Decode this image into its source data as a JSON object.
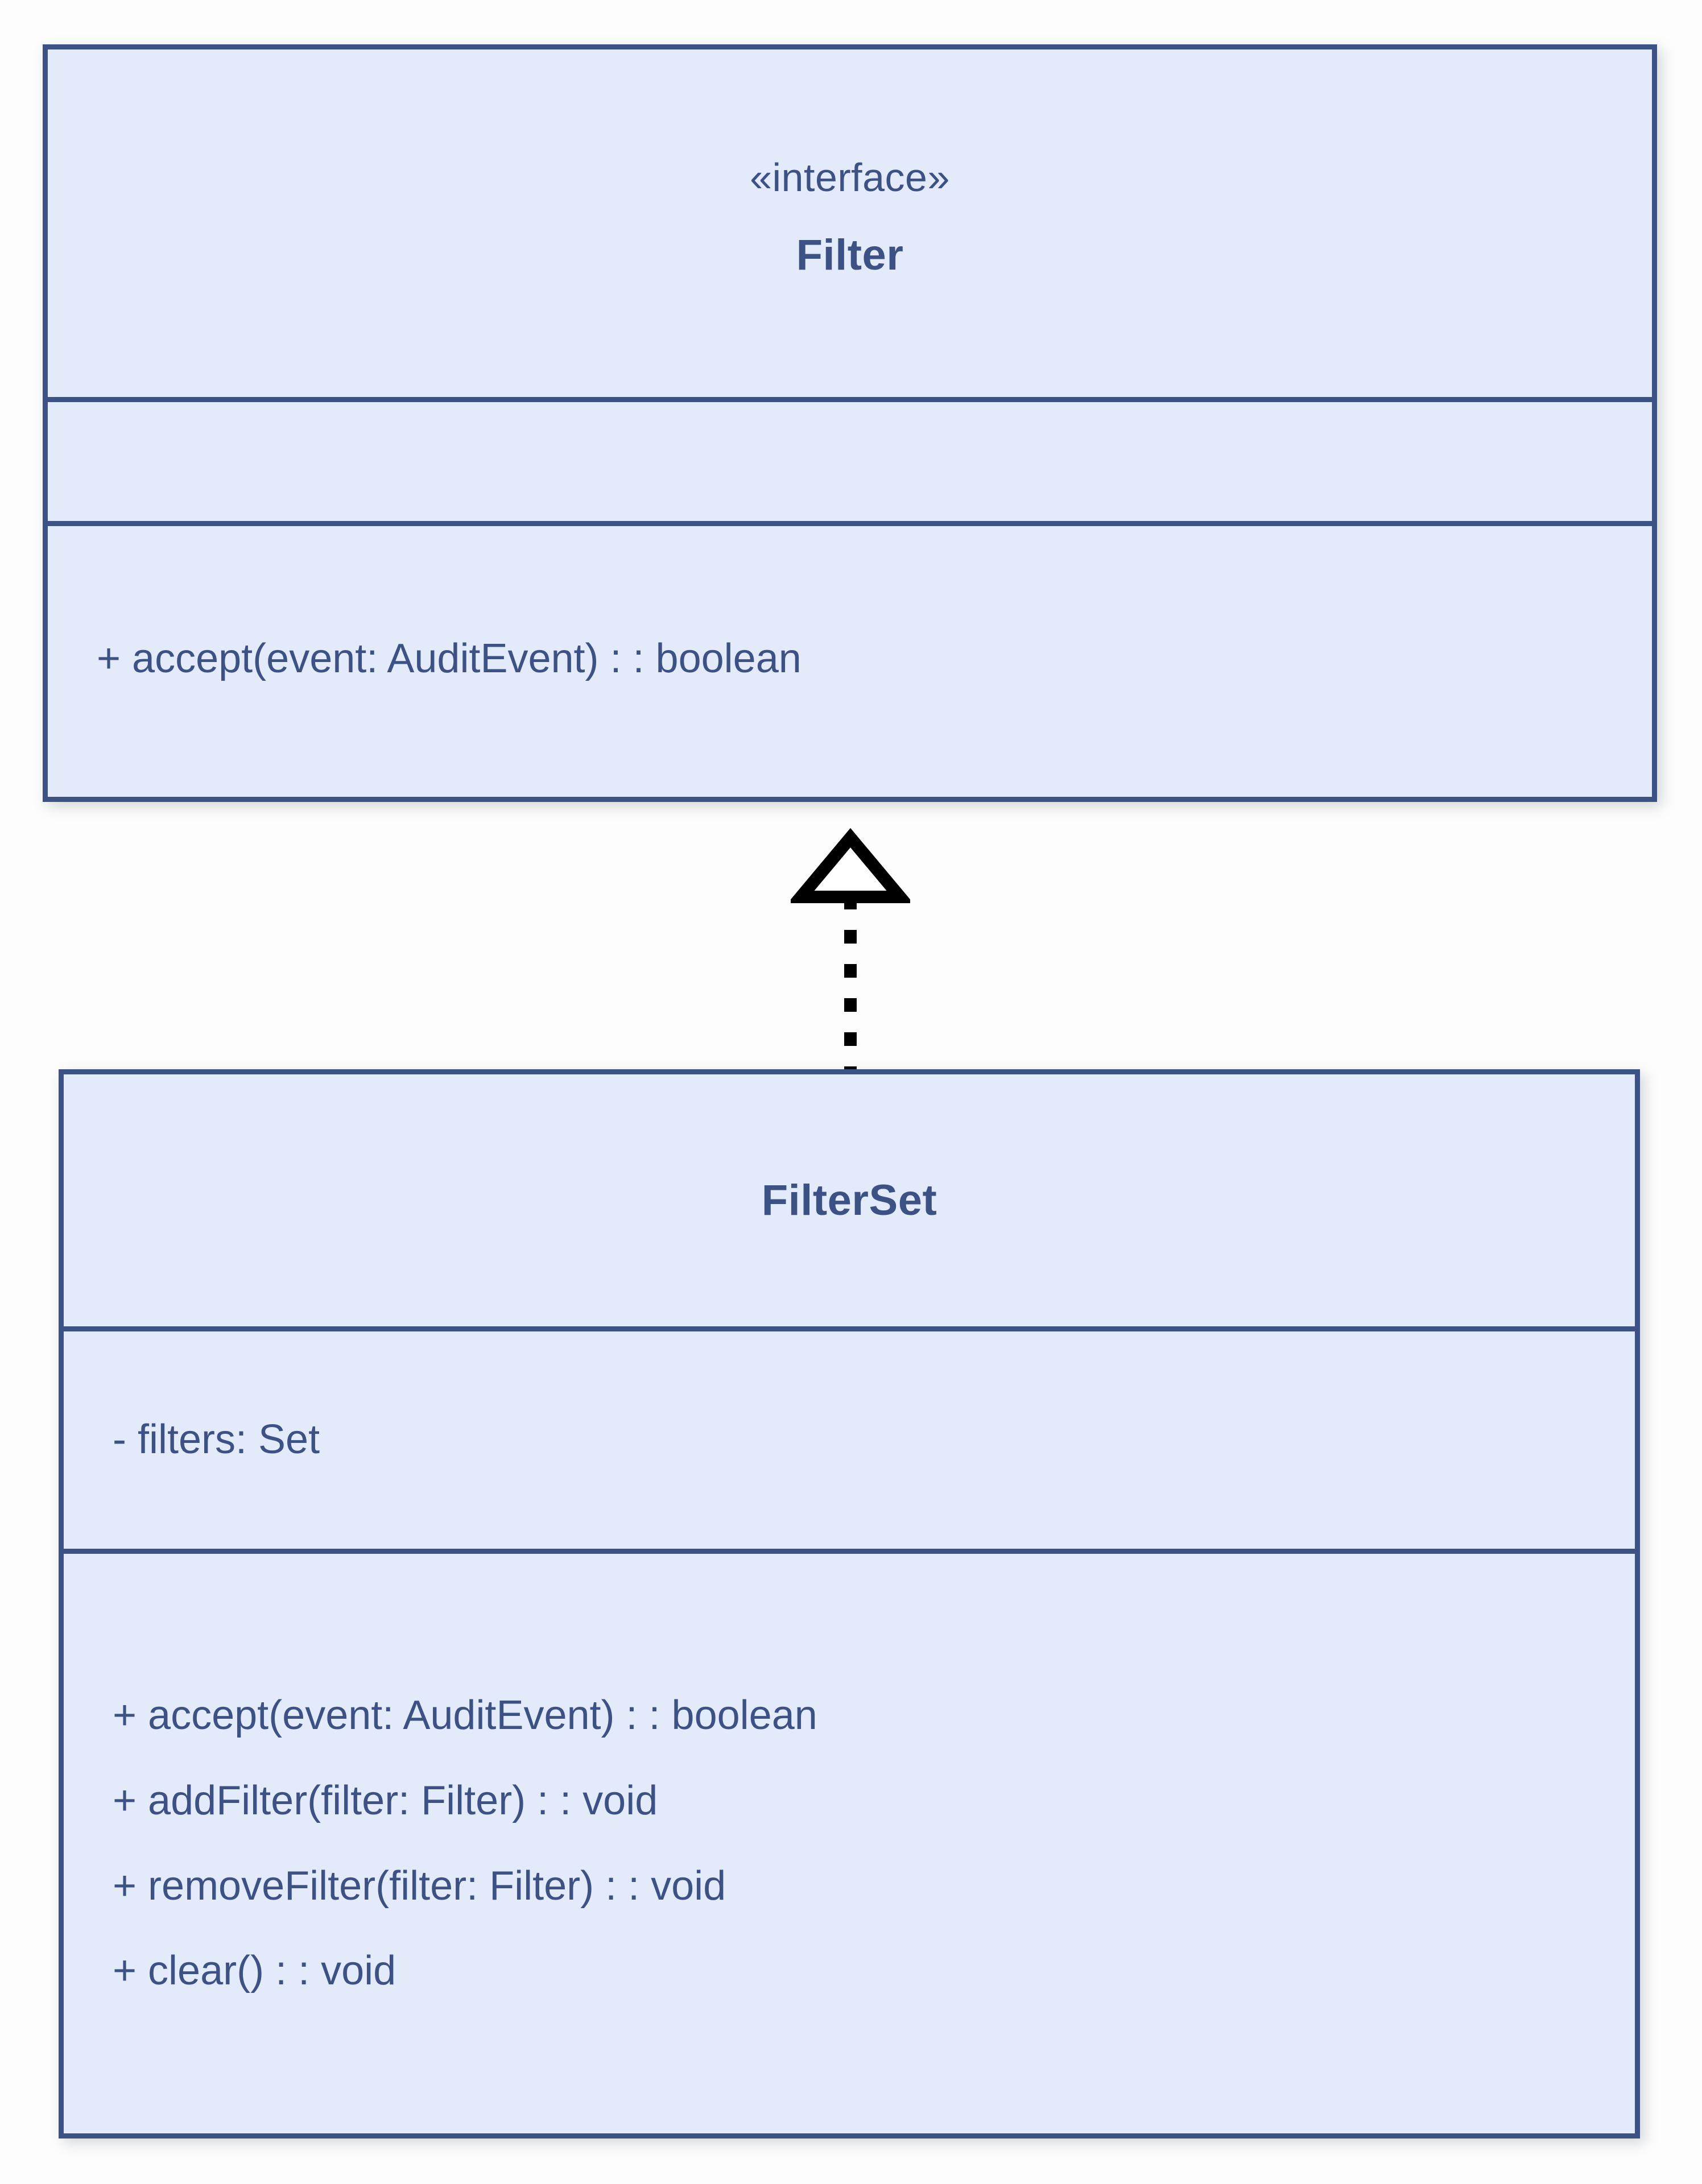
{
  "diagram": {
    "type": "uml-class-diagram",
    "background_color": "#fdfdfd",
    "palette": {
      "class_fill": "#e3eaf9",
      "class_border": "#3c5285",
      "text": "#3c5285",
      "connector": "#000000"
    },
    "classes": [
      {
        "id": "filter",
        "name": "Filter",
        "stereotype": "«interface»",
        "attributes": [],
        "methods": [
          "+ accept(event: AuditEvent) : : boolean"
        ]
      },
      {
        "id": "filterset",
        "name": "FilterSet",
        "stereotype": "",
        "attributes": [
          "- filters: Set"
        ],
        "methods": [
          "+ accept(event: AuditEvent) : : boolean",
          "+ addFilter(filter: Filter) : : void",
          "+ removeFilter(filter: Filter) : : void",
          "+ clear() : : void"
        ]
      }
    ],
    "relationships": [
      {
        "id": "filterset-realizes-filter",
        "kind": "realization",
        "line_style": "dotted",
        "arrowhead": "hollow-triangle",
        "source": "FilterSet",
        "target": "Filter",
        "direction": "up"
      }
    ]
  }
}
